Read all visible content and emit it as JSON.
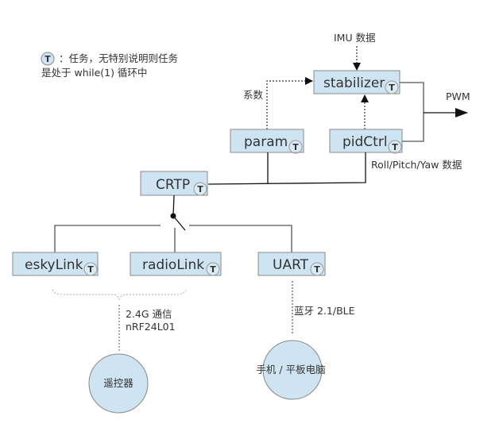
{
  "legend": {
    "badge": "T",
    "line1": "：任务，无特别说明则任务",
    "line2": "是处于 while(1) 循环中"
  },
  "nodes": {
    "stabilizer": "stabilizer",
    "param": "param",
    "pidCtrl": "pidCtrl",
    "crtp": "CRTP",
    "eskyLink": "eskyLink",
    "radioLink": "radioLink",
    "uart": "UART",
    "remote": "遥控器",
    "phone": "手机 / 平板电脑"
  },
  "task_badge": "T",
  "labels": {
    "imu": "IMU 数据",
    "coeff": "系数",
    "pwm": "PWM",
    "rpy": "Roll/Pitch/Yaw 数据",
    "radio_line1": "2.4G 通信",
    "radio_line2": "nRF24L01",
    "bt": "蓝牙 2.1/BLE"
  },
  "colors": {
    "box_fill": "#cfe4f3",
    "box_stroke": "#8a8a8a"
  }
}
